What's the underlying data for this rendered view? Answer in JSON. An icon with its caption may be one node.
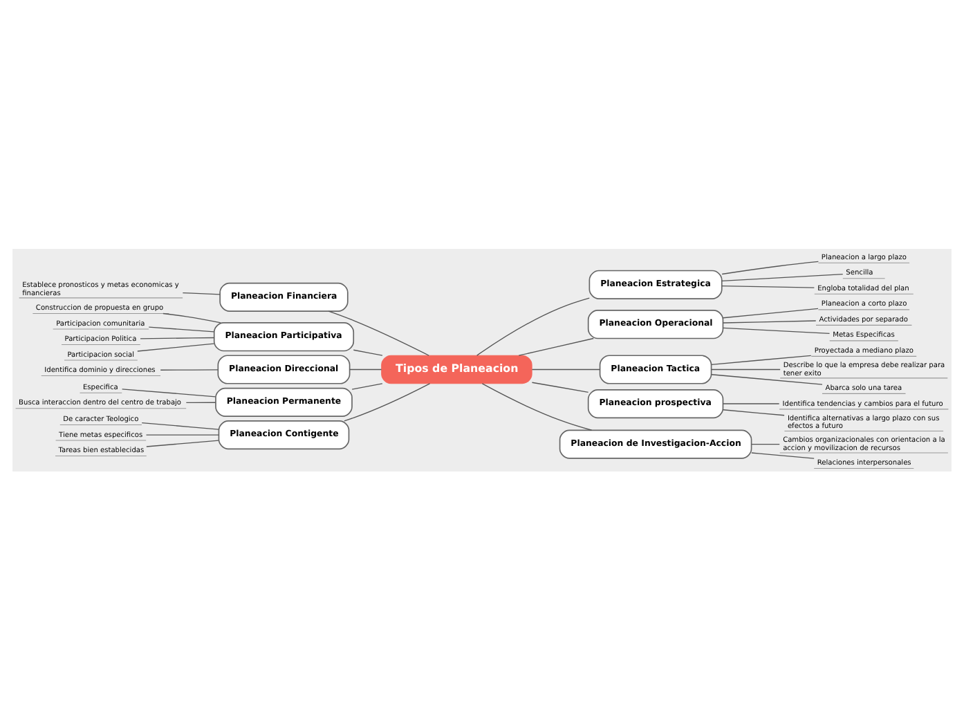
{
  "diagram": {
    "nodes": [
      {
        "text": [
          "Tipos de Planeacion"
        ]
      },
      {
        "text": [
          "Planeacion Estrategica"
        ]
      },
      {
        "text": [
          "Planeacion a largo plazo"
        ]
      },
      {
        "text": [
          "Sencilla"
        ]
      },
      {
        "text": [
          "Engloba totalidad del plan"
        ]
      },
      {
        "text": [
          "Planeacion Operacional"
        ]
      },
      {
        "text": [
          "Planeacion a corto plazo"
        ]
      },
      {
        "text": [
          "Actividades por separado"
        ]
      },
      {
        "text": [
          "Metas Especificas"
        ]
      },
      {
        "text": [
          "Planeacion Tactica"
        ]
      },
      {
        "text": [
          "Proyectada a mediano plazo"
        ]
      },
      {
        "text": [
          "Describe lo que la empresa debe realizar para tener exito"
        ]
      },
      {
        "text": [
          "Abarca solo una tarea"
        ]
      },
      {
        "text": [
          "Planeacion prospectiva"
        ]
      },
      {
        "text": [
          "Identifica tendencias y cambios para el futuro"
        ]
      },
      {
        "text": [
          "Identifica alternativas a largo plazo con sus efectos a futuro"
        ]
      },
      {
        "text": [
          "Planeacion de Investigacion-Accion"
        ]
      },
      {
        "text": [
          "Cambios organizacionales con orientacion a la accion y movilizacion de recursos"
        ]
      },
      {
        "text": [
          "Relaciones interpersonales"
        ]
      },
      {
        "text": [
          "Planeacion Financiera"
        ]
      },
      {
        "text": [
          "Establece pronosticos y metas economicas y financieras"
        ]
      },
      {
        "text": [
          "Planeacion Participativa"
        ]
      },
      {
        "text": [
          "Construccion de propuesta en grupo"
        ]
      },
      {
        "text": [
          "Participacion comunitaria"
        ]
      },
      {
        "text": [
          "Participacion Politica"
        ]
      },
      {
        "text": [
          "Participacion social"
        ]
      },
      {
        "text": [
          "Planeacion Direccional"
        ]
      },
      {
        "text": [
          "Identifica dominio y direcciones"
        ]
      },
      {
        "text": [
          "Planeacion Permanente"
        ]
      },
      {
        "text": [
          "Especifica"
        ]
      },
      {
        "text": [
          "Busca interaccion dentro del centro de trabajo"
        ]
      },
      {
        "text": [
          "Planeacion Contigente"
        ]
      },
      {
        "text": [
          "De caracter Teologico"
        ]
      },
      {
        "text": [
          "Tiene metas especificos"
        ]
      },
      {
        "text": [
          "Tareas bien establecidas"
        ]
      }
    ],
    "edges": [
      {
        "from": 0,
        "to": 1,
        "arrow": "none"
      },
      {
        "from": 1,
        "to": 2,
        "arrow": "none"
      },
      {
        "from": 1,
        "to": 3,
        "arrow": "none"
      },
      {
        "from": 1,
        "to": 4,
        "arrow": "none"
      },
      {
        "from": 0,
        "to": 5,
        "arrow": "none"
      },
      {
        "from": 5,
        "to": 6,
        "arrow": "none"
      },
      {
        "from": 5,
        "to": 7,
        "arrow": "none"
      },
      {
        "from": 5,
        "to": 8,
        "arrow": "none"
      },
      {
        "from": 0,
        "to": 9,
        "arrow": "none"
      },
      {
        "from": 9,
        "to": 10,
        "arrow": "none"
      },
      {
        "from": 9,
        "to": 11,
        "arrow": "none"
      },
      {
        "from": 9,
        "to": 12,
        "arrow": "none"
      },
      {
        "from": 0,
        "to": 13,
        "arrow": "none"
      },
      {
        "from": 13,
        "to": 14,
        "arrow": "none"
      },
      {
        "from": 13,
        "to": 15,
        "arrow": "none"
      },
      {
        "from": 0,
        "to": 16,
        "arrow": "none"
      },
      {
        "from": 16,
        "to": 17,
        "arrow": "none"
      },
      {
        "from": 16,
        "to": 18,
        "arrow": "none"
      },
      {
        "from": 0,
        "to": 19,
        "arrow": "none"
      },
      {
        "from": 19,
        "to": 20,
        "arrow": "none"
      },
      {
        "from": 0,
        "to": 21,
        "arrow": "none"
      },
      {
        "from": 21,
        "to": 22,
        "arrow": "none"
      },
      {
        "from": 21,
        "to": 23,
        "arrow": "none"
      },
      {
        "from": 21,
        "to": 24,
        "arrow": "none"
      },
      {
        "from": 21,
        "to": 25,
        "arrow": "none"
      },
      {
        "from": 0,
        "to": 26,
        "arrow": "none"
      },
      {
        "from": 26,
        "to": 27,
        "arrow": "none"
      },
      {
        "from": 0,
        "to": 28,
        "arrow": "none"
      },
      {
        "from": 28,
        "to": 29,
        "arrow": "none"
      },
      {
        "from": 28,
        "to": 30,
        "arrow": "none"
      },
      {
        "from": 0,
        "to": 31,
        "arrow": "none"
      },
      {
        "from": 31,
        "to": 32,
        "arrow": "none"
      },
      {
        "from": 31,
        "to": 33,
        "arrow": "none"
      },
      {
        "from": 31,
        "to": 34,
        "arrow": "none"
      }
    ]
  }
}
